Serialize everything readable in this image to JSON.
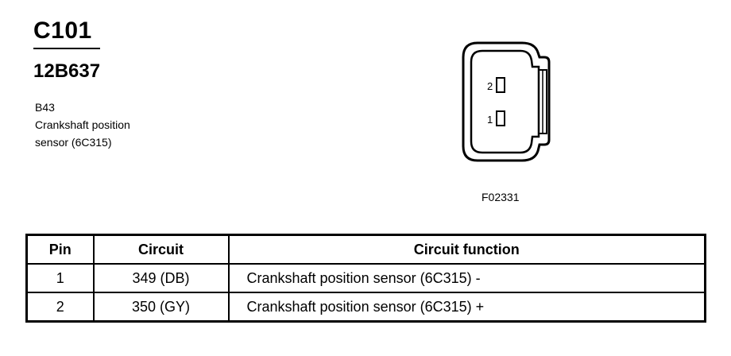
{
  "header": {
    "connector_id": "C101",
    "part_number": "12B637",
    "location_code": "B43",
    "description_line1": "Crankshaft position",
    "description_line2": "sensor (6C315)"
  },
  "figure": {
    "code": "F02331",
    "pin_labels": [
      "2",
      "1"
    ]
  },
  "table": {
    "headers": [
      "Pin",
      "Circuit",
      "Circuit function"
    ],
    "rows": [
      {
        "pin": "1",
        "circuit": "349 (DB)",
        "function": "Crankshaft position sensor (6C315) -"
      },
      {
        "pin": "2",
        "circuit": "350 (GY)",
        "function": "Crankshaft position sensor (6C315) +"
      }
    ]
  }
}
